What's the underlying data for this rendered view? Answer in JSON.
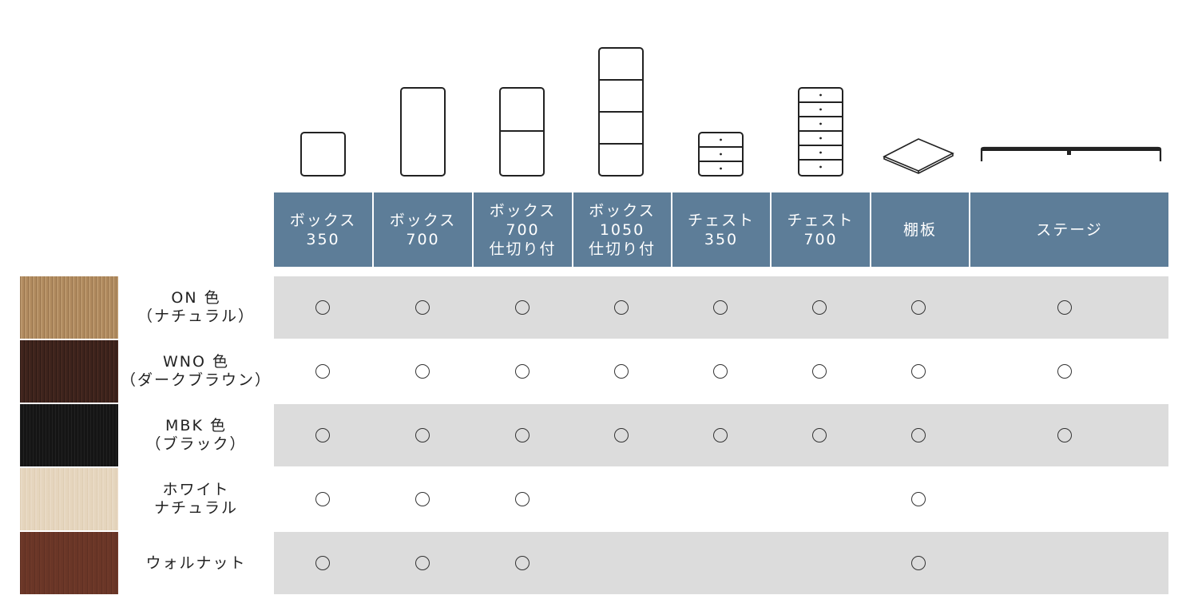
{
  "columns": [
    {
      "label": "ボックス\n350",
      "icon": "box-350-icon"
    },
    {
      "label": "ボックス\n700",
      "icon": "box-700-icon"
    },
    {
      "label": "ボックス\n700\n仕切り付",
      "icon": "box-700-divided-icon"
    },
    {
      "label": "ボックス\n1050\n仕切り付",
      "icon": "box-1050-divided-icon"
    },
    {
      "label": "チェスト\n350",
      "icon": "chest-350-icon"
    },
    {
      "label": "チェスト\n700",
      "icon": "chest-700-icon"
    },
    {
      "label": "棚板",
      "icon": "shelf-board-icon"
    },
    {
      "label": "ステージ",
      "icon": "stage-icon"
    }
  ],
  "rows": [
    {
      "label": "ON 色\n（ナチュラル）",
      "swatch_color": "#b08a5e",
      "availability": [
        true,
        true,
        true,
        true,
        true,
        true,
        true,
        true
      ]
    },
    {
      "label": "WNO 色\n（ダークブラウン）",
      "swatch_color": "#3d231c",
      "availability": [
        true,
        true,
        true,
        true,
        true,
        true,
        true,
        true
      ]
    },
    {
      "label": "MBK 色\n（ブラック）",
      "swatch_color": "#151515",
      "availability": [
        true,
        true,
        true,
        true,
        true,
        true,
        true,
        true
      ]
    },
    {
      "label": "ホワイト\nナチュラル",
      "swatch_color": "#e5d5bd",
      "availability": [
        true,
        true,
        true,
        false,
        false,
        false,
        true,
        false
      ]
    },
    {
      "label": "ウォルナット",
      "swatch_color": "#6a3627",
      "availability": [
        true,
        true,
        true,
        false,
        false,
        false,
        true,
        false
      ]
    }
  ],
  "mark_symbol": "〇",
  "colors": {
    "header_bg": "#5d7d98",
    "row_bg": "#dcdcdc"
  }
}
